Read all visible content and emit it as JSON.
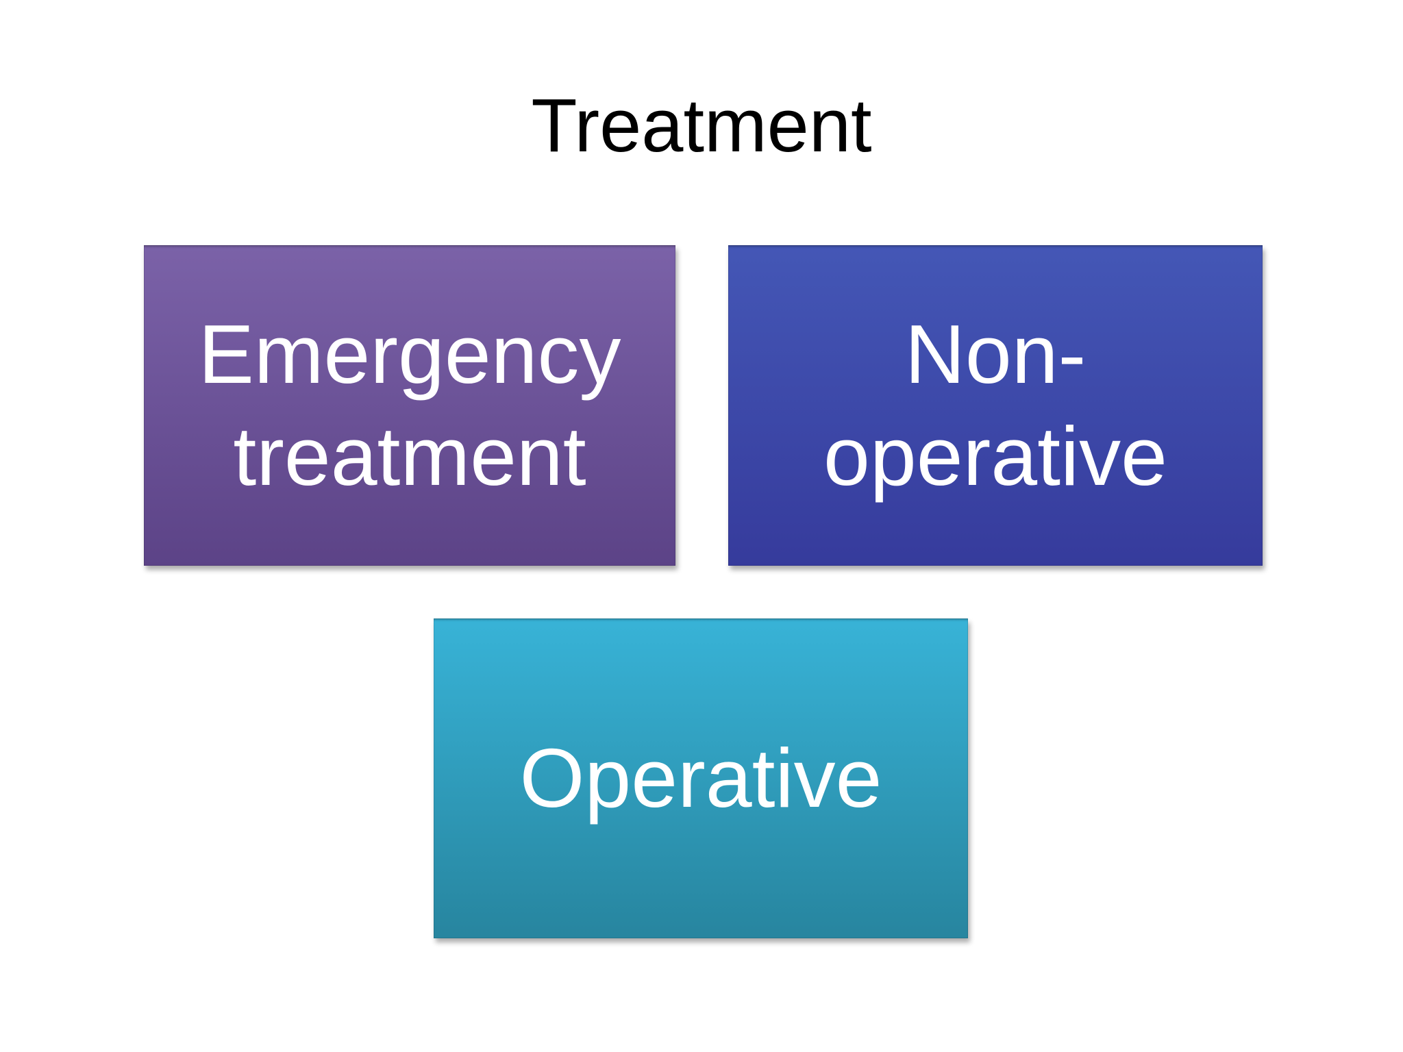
{
  "slide": {
    "title": "Treatment",
    "title_color": "#000000",
    "background_color": "#ffffff",
    "text_color": "#ffffff",
    "boxes": [
      {
        "label": "Emergency treatment",
        "lines": [
          "Emergency",
          "treatment"
        ],
        "gradient_top": "#7b62a8",
        "gradient_bottom": "#5c4387"
      },
      {
        "label": "Non-operative",
        "lines": [
          "Non-",
          "operative"
        ],
        "gradient_top": "#4457b6",
        "gradient_bottom": "#363b9c"
      },
      {
        "label": "Operative",
        "lines": [
          "Operative"
        ],
        "gradient_top": "#38b3d7",
        "gradient_bottom": "#27859f"
      }
    ]
  }
}
